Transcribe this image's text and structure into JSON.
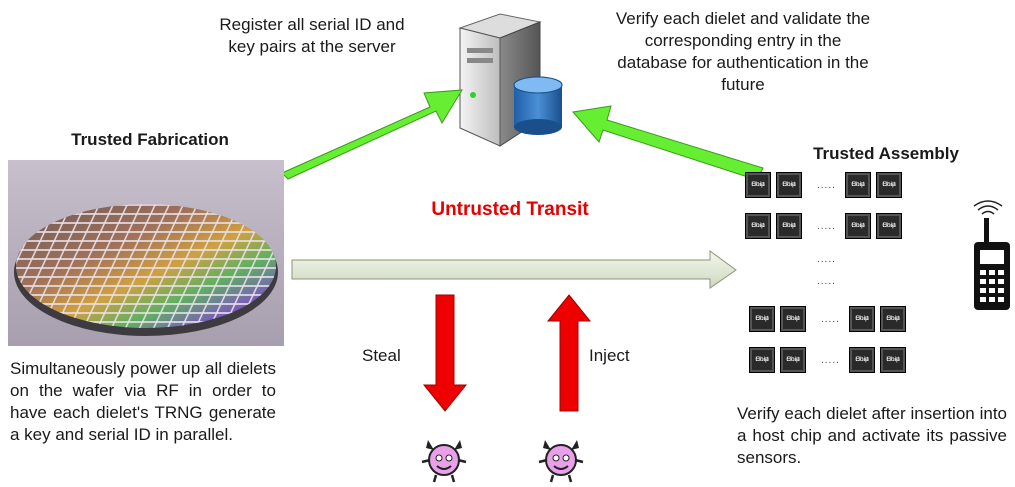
{
  "server": {
    "left_caption": "Register all serial ID and key pairs at the server",
    "right_caption": "Verify each dielet and validate the corresponding entry in the database for authentication in the future"
  },
  "fabrication": {
    "title": "Trusted Fabrication",
    "description": "Simultaneously power up all dielets on the wafer via RF in order to have each dielet's TRNG generate a key and serial ID in parallel."
  },
  "transit": {
    "label": "Untrusted Transit",
    "steal_label": "Steal",
    "inject_label": "Inject"
  },
  "assembly": {
    "title": "Trusted Assembly",
    "description": "Verify each dielet after insertion into a host chip and activate its passive sensors.",
    "chip_label_line1": "Host",
    "chip_label_line2": "Chip"
  },
  "colors": {
    "up_arrow": "#66ee33",
    "transit_arrow": "#e6ecd8",
    "attack_arrow": "#ee0000",
    "untrusted_text": "#e60000"
  }
}
